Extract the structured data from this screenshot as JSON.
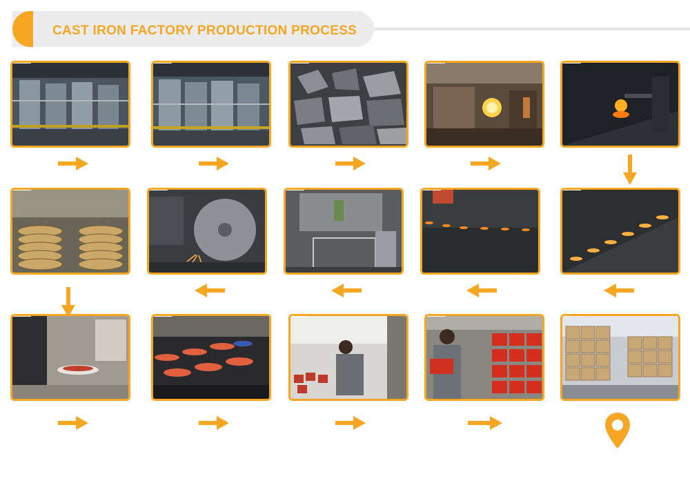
{
  "header": {
    "title": "CAST IRON FACTORY PRODUCTION PROCESS"
  },
  "colors": {
    "accent": "#f5a623",
    "header_bg": "#ececec",
    "rule": "#e6e6e6"
  },
  "flow": {
    "steps": [
      {
        "row": 1,
        "order": 1,
        "scene": "factory-machinery"
      },
      {
        "row": 1,
        "order": 2,
        "scene": "factory-machinery"
      },
      {
        "row": 1,
        "order": 3,
        "scene": "scrap-iron-pile"
      },
      {
        "row": 1,
        "order": 4,
        "scene": "furnace-molten-metal"
      },
      {
        "row": 1,
        "order": 5,
        "scene": "pouring-molten-iron"
      },
      {
        "row": 2,
        "order": 10,
        "scene": "stacked-castings"
      },
      {
        "row": 2,
        "order": 9,
        "scene": "grinding-wheel"
      },
      {
        "row": 2,
        "order": 8,
        "scene": "shot-blasting-machine"
      },
      {
        "row": 2,
        "order": 7,
        "scene": "sand-molds-glowing"
      },
      {
        "row": 2,
        "order": 6,
        "scene": "sand-molds-pouring"
      },
      {
        "row": 3,
        "order": 11,
        "scene": "enamel-spraying"
      },
      {
        "row": 3,
        "order": 12,
        "scene": "enamelled-lids"
      },
      {
        "row": 3,
        "order": 13,
        "scene": "quality-inspection"
      },
      {
        "row": 3,
        "order": 14,
        "scene": "red-cookware"
      },
      {
        "row": 3,
        "order": 15,
        "scene": "packed-cartons"
      }
    ],
    "arrows": [
      "right",
      "right",
      "right",
      "right",
      "down",
      "left",
      "left",
      "left",
      "left",
      "down",
      "right",
      "right",
      "right",
      "right"
    ],
    "end_icon": "location-pin-icon"
  }
}
